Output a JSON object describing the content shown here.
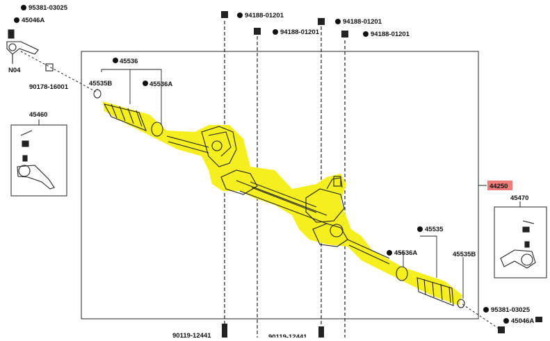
{
  "labels": {
    "top_left_bolt": "95381-03025",
    "top_left_end": "45046A",
    "left_nut_label": "N04",
    "left_washer": "90178-16001",
    "left_inset": "45460",
    "boot_clamp_left": "45535B",
    "boot_left": "45536",
    "clamp_left": "45536A",
    "bolt_1": "94188-01201",
    "bolt_2": "94188-01201",
    "bolt_3": "94188-01201",
    "bolt_4": "94188-01201",
    "assembly": "44250",
    "right_inset": "45470",
    "boot_right": "45535",
    "clamp_right": "45536A",
    "boot_clamp_right": "45535B",
    "bottom_right_bolt": "95381-03025",
    "bottom_right_end": "45046A",
    "bottom_bolt_1": "90119-12441",
    "bottom_bolt_2": "90119-12441"
  },
  "colors": {
    "highlight": "#f5ef1f",
    "assembly_label_bg": "#f07b7b",
    "line": "#222222"
  }
}
